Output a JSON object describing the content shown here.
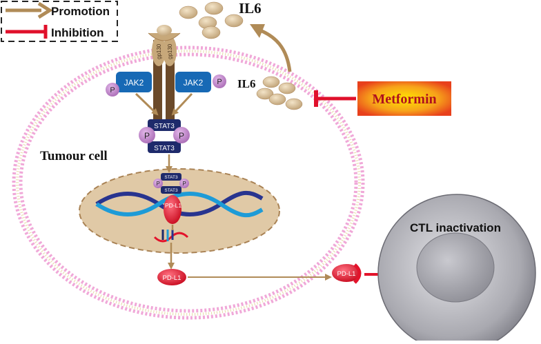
{
  "legend": {
    "promotion_label": "Promotion",
    "inhibition_label": "Inhibition"
  },
  "labels": {
    "il6_top": "IL6",
    "il6_side": "IL6",
    "gp130_left": "gp130",
    "gp130_right": "gp130",
    "jak2_left": "JAK2",
    "jak2_right": "JAK2",
    "p": "P",
    "stat3": "STAT3",
    "tumour_cell": "Tumour cell",
    "pdl1": "PD-L1",
    "metformin": "Metformin",
    "ctl_inactivation": "CTL inactivation"
  },
  "colors": {
    "promotion": "#b08b57",
    "inhibition": "#e0102b",
    "membrane": "#f0a8d8",
    "il6": "#d9c09a",
    "jak2": "#1769b5",
    "phospho": "#c58fcf",
    "stat3": "#1e2a6b",
    "nucleus": "#e0c9a6",
    "dna_dark": "#28348f",
    "dna_light": "#1e9bd7",
    "pdl1": "#e3132b",
    "ctl": "#b5b5ba"
  }
}
